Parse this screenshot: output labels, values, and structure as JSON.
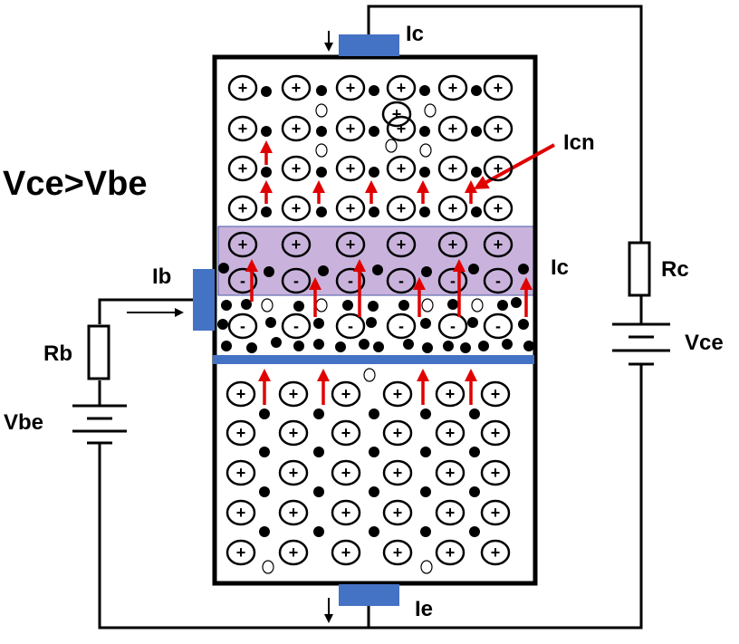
{
  "title": "Vce>Vbe",
  "labels": {
    "ic_top": "Ic",
    "icn": "Icn",
    "ic_side": "Ic",
    "ib": "Ib",
    "rb": "Rb",
    "rc": "Rc",
    "vbe": "Vbe",
    "vce": "Vce",
    "ie": "Ie"
  },
  "ion_signs": {
    "donor": "+",
    "acceptor": "-"
  },
  "colors": {
    "wire": "#000000",
    "contact": "#4472c4",
    "base_region": "#c9b3dc",
    "arrow": "#e00000",
    "electron": "#000000",
    "hole": "#ffffff"
  }
}
